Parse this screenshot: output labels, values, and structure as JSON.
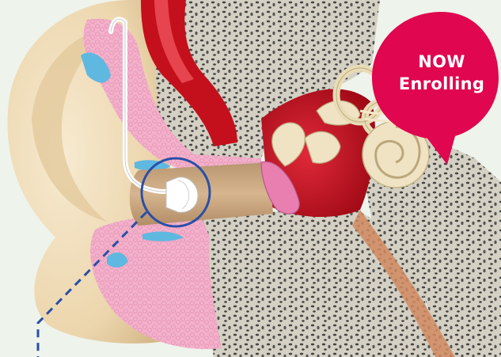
{
  "badge": {
    "line1": "NOW",
    "line2": "Enrolling",
    "color": "#e0064f"
  },
  "colors": {
    "background": "#eef3ec",
    "skin": "#f2dfbe",
    "skin_shadow": "#d9bf93",
    "tissue_pink": "#f0a6c4",
    "fluid_blue": "#5fb8e0",
    "bone": "#d7d3c6",
    "bone_pores": "#4a4a4a",
    "middle_ear_red": "#c4101c",
    "canal": "#c8a782",
    "highlight_circle": "#2a4fa6",
    "dashed_line": "#2a4fa6"
  },
  "icons": {
    "earpiece": "hearing-device-earpiece",
    "highlight": "highlight-circle",
    "pointer": "dashed-pointer-line"
  }
}
